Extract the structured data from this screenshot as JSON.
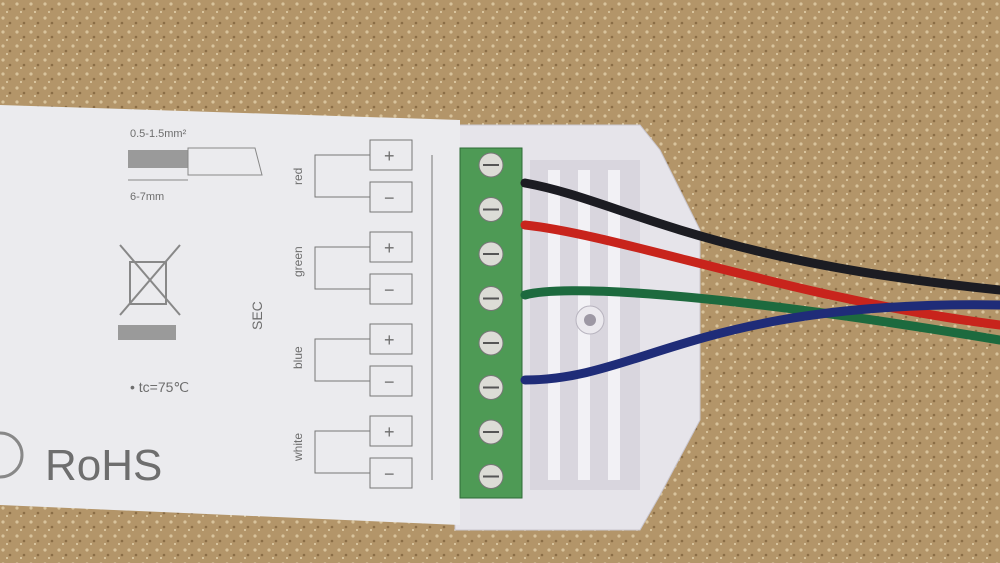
{
  "photo": {
    "wire_spec": "0.5-1.5mm²",
    "strip_length": "6-7mm",
    "section_label": "SEC",
    "temperature": "• tc=75℃",
    "compliance": "RoHS",
    "channels": [
      {
        "name": "red",
        "plus": "+",
        "minus": "−"
      },
      {
        "name": "green",
        "plus": "+",
        "minus": "−"
      },
      {
        "name": "blue",
        "plus": "+",
        "minus": "−"
      },
      {
        "name": "white",
        "plus": "+",
        "minus": "−"
      }
    ],
    "colors": {
      "background": "#b39569",
      "housing": "#ebebee",
      "terminal": "#4e9a55",
      "wire_black": "#1c1c22",
      "wire_red": "#c8241c",
      "wire_green": "#1d6a3e",
      "wire_blue": "#1f2c78"
    }
  }
}
